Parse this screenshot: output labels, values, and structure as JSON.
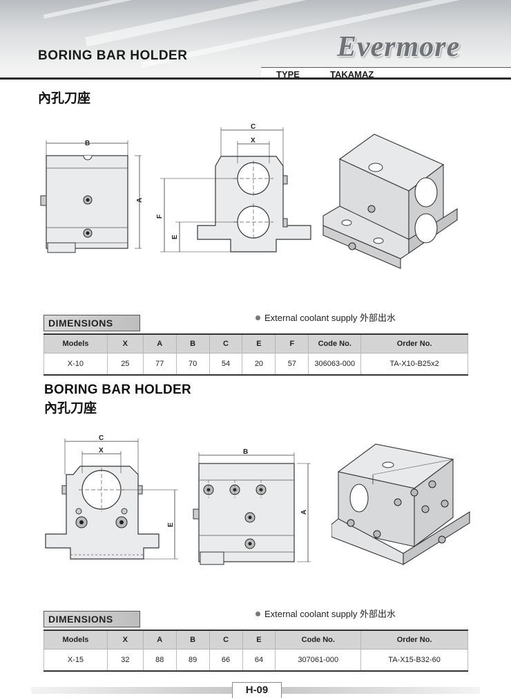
{
  "header": {
    "title": "BORING BAR HOLDER",
    "brand": "Evermore",
    "type_label": "TYPE",
    "type_value": "TAKAMAZ"
  },
  "section1": {
    "cn_title": "內孔刀座",
    "drawing_labels": {
      "b": "B",
      "a": "A",
      "c": "C",
      "x": "X",
      "f": "F",
      "e": "E"
    },
    "dimensions_label": "DIMENSIONS",
    "coolant": "External coolant supply 外部出水",
    "table": {
      "headers": [
        "Models",
        "X",
        "A",
        "B",
        "C",
        "E",
        "F",
        "Code No.",
        "Order No."
      ],
      "rows": [
        [
          "X-10",
          "25",
          "77",
          "70",
          "54",
          "20",
          "57",
          "306063-000",
          "TA-X10-B25x2"
        ]
      ]
    }
  },
  "section2": {
    "title": "BORING BAR HOLDER",
    "cn_title": "內孔刀座",
    "drawing_labels": {
      "c": "C",
      "x": "X",
      "e": "E",
      "b": "B",
      "a": "A"
    },
    "dimensions_label": "DIMENSIONS",
    "coolant": "External coolant supply 外部出水",
    "table": {
      "headers": [
        "Models",
        "X",
        "A",
        "B",
        "C",
        "E",
        "Code No.",
        "Order No."
      ],
      "rows": [
        [
          "X-15",
          "32",
          "88",
          "89",
          "66",
          "64",
          "307061-000",
          "TA-X15-B32-60"
        ]
      ]
    }
  },
  "footer": {
    "page": "H-09"
  }
}
